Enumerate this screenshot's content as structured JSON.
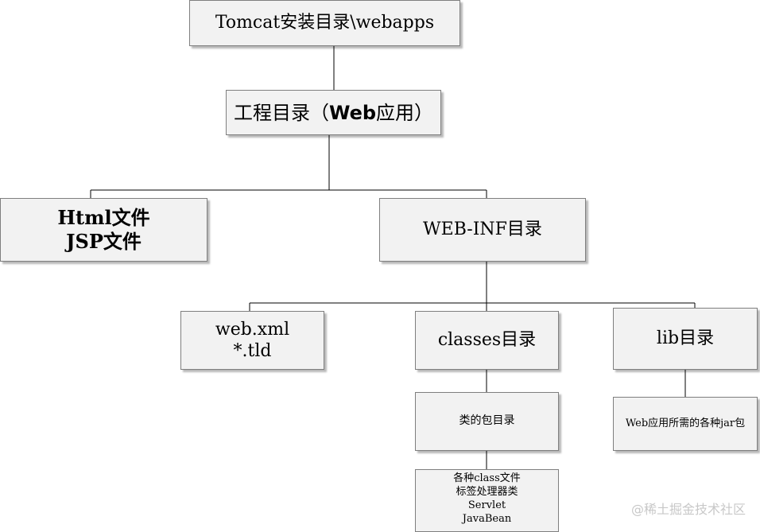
{
  "nodes": {
    "root": {
      "lines": [
        "Tomcat安装目录\\webapps"
      ]
    },
    "project": {
      "prefix": "工程目录（",
      "bold": "Web",
      "suffix": "应用）"
    },
    "html_jsp": {
      "lines": [
        "Html文件",
        "JSP文件"
      ]
    },
    "web_inf": {
      "lines": [
        "WEB-INF目录"
      ]
    },
    "web_xml": {
      "lines": [
        "web.xml",
        "*.tld"
      ]
    },
    "classes": {
      "lines": [
        "classes目录"
      ]
    },
    "lib": {
      "lines": [
        "lib目录"
      ]
    },
    "class_pkg": {
      "lines": [
        "类的包目录"
      ]
    },
    "class_files": {
      "lines": [
        "各种class文件",
        "标签处理器类",
        "Servlet",
        "JavaBean"
      ]
    },
    "jar_pkg": {
      "lines": [
        "Web应用所需的各种jar包"
      ]
    }
  },
  "watermark": "@稀土掘金技术社区",
  "colors": {
    "box_fill": "#f2f2f2",
    "box_border": "#7f7f7f",
    "line": "#000000",
    "watermark": "#c8c8c8"
  }
}
